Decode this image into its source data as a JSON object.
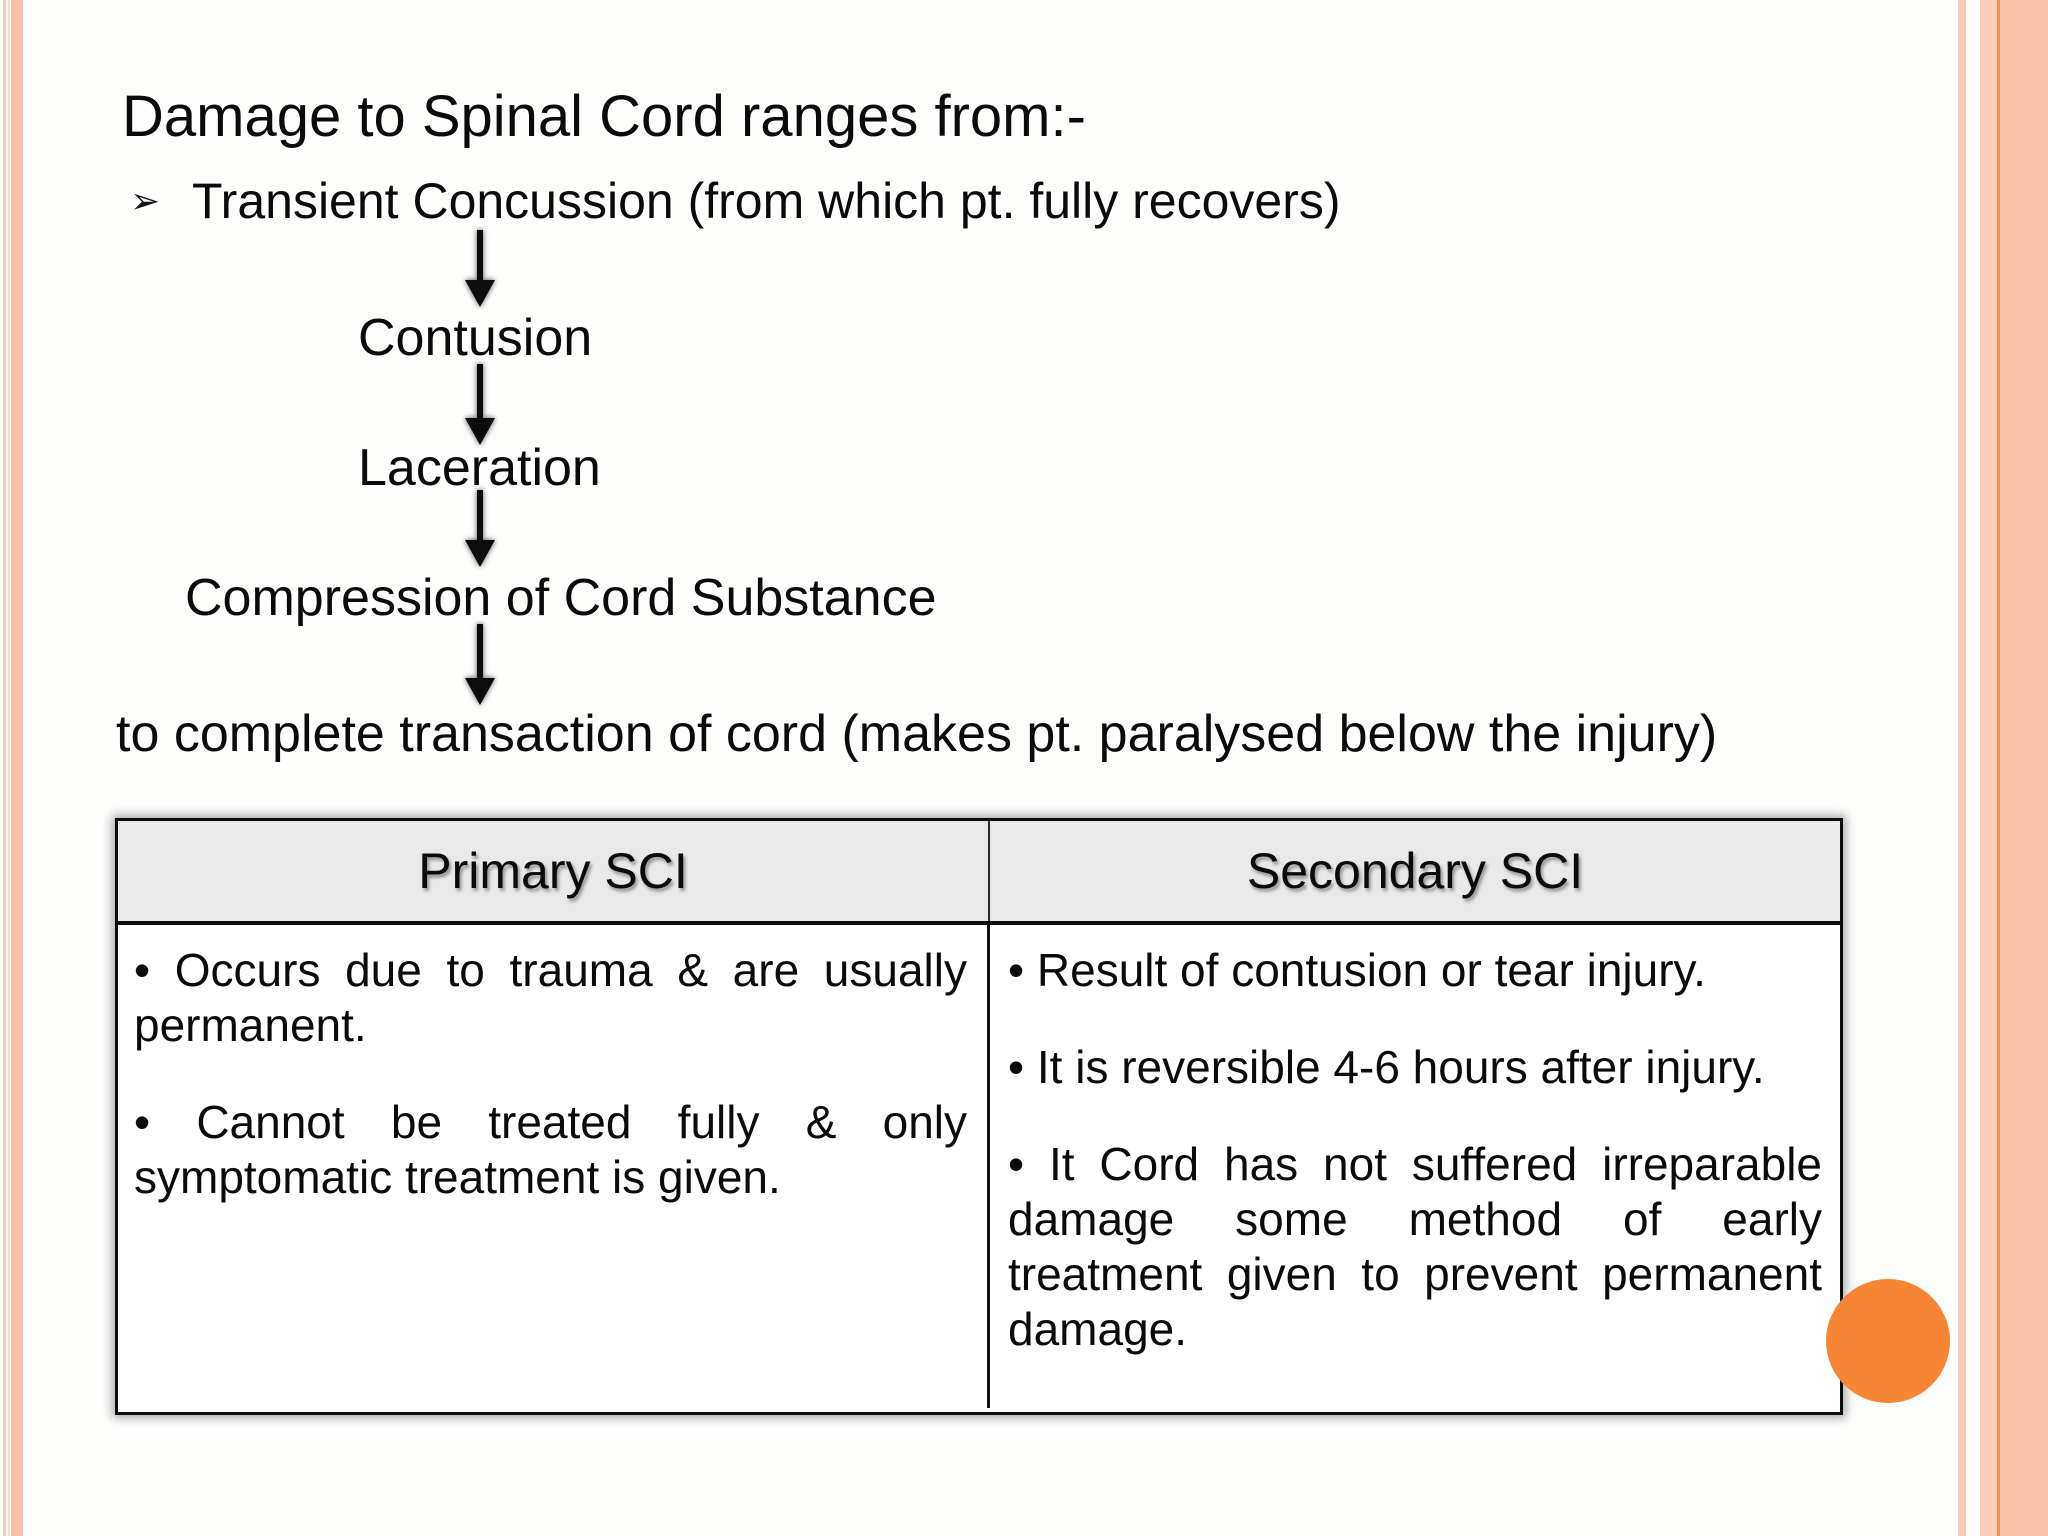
{
  "slide": {
    "title": "Damage to Spinal Cord ranges from:-",
    "bullet": {
      "marker": "➢",
      "text": "Transient Concussion (from which pt. fully recovers)"
    },
    "flow": {
      "steps": [
        "Contusion",
        "Laceration",
        "Compression of Cord Substance"
      ],
      "tail": "to complete transaction of cord (makes pt. paralysed below the injury)"
    },
    "table": {
      "headers": [
        "Primary SCI",
        "Secondary SCI"
      ],
      "primary_bullets": [
        "• Occurs due to trauma & are usually permanent.",
        "• Cannot be treated fully & only symptomatic treatment is given."
      ],
      "secondary_bullets": [
        "• Result of contusion or tear injury.",
        "• It is reversible 4-6 hours after injury.",
        "• It Cord has not suffered irreparable damage some method of early treatment given to prevent permanent damage."
      ]
    },
    "icons": {
      "down_arrow": "down-arrow-icon",
      "bullet_arrowhead": "arrowhead-bullet-icon"
    },
    "colors": {
      "accent_circle": "#F68634",
      "stripe_pink": "#F9CDBB",
      "stripe_salmon": "#F8C0AA",
      "stripe_dark_line": "#EF9155",
      "header_bg": "#E9E9E9",
      "border_black": "#0D0D0D",
      "text": "#0B0B0B"
    }
  }
}
